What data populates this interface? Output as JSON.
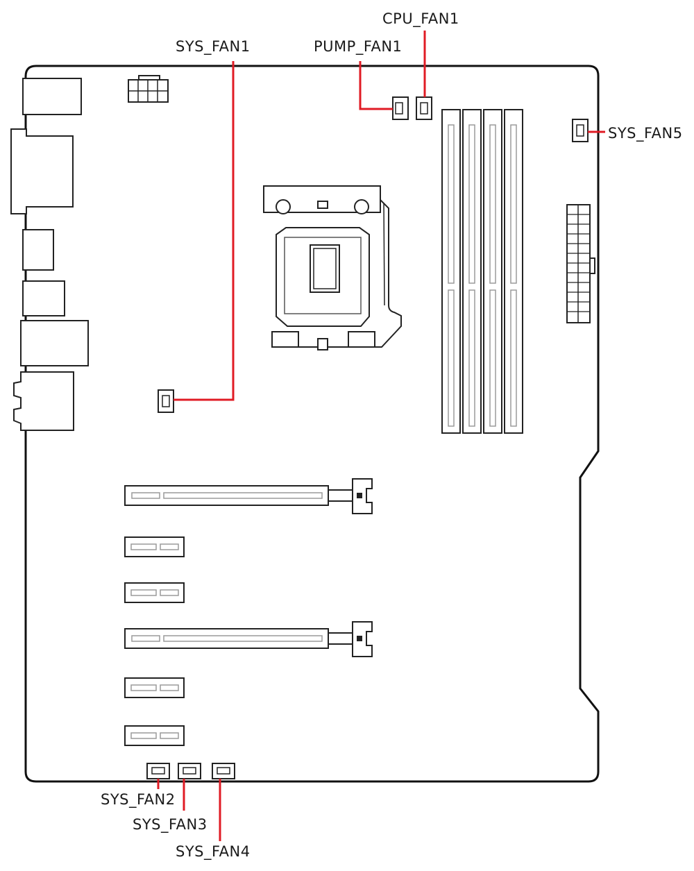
{
  "labels": {
    "cpu_fan1": "CPU_FAN1",
    "pump_fan1": "PUMP_FAN1",
    "sys_fan1": "SYS_FAN1",
    "sys_fan2": "SYS_FAN2",
    "sys_fan3": "SYS_FAN3",
    "sys_fan4": "SYS_FAN4",
    "sys_fan5": "SYS_FAN5"
  },
  "colors": {
    "leader_line": "#e01b24",
    "outline": "#111111",
    "slot_inner": "#9a9a9a"
  }
}
